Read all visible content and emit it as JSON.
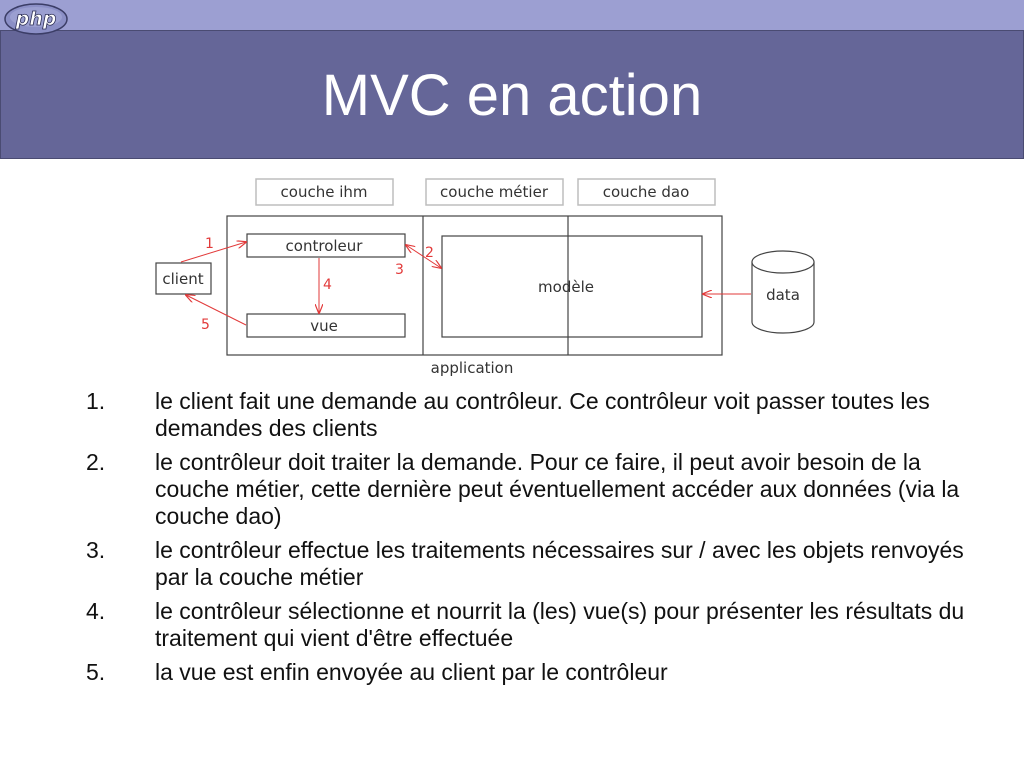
{
  "header": {
    "logo_text": "php",
    "title": "MVC en action"
  },
  "diagram": {
    "layers": {
      "ihm": "couche ihm",
      "metier": "couche métier",
      "dao": "couche dao"
    },
    "nodes": {
      "client": "client",
      "controleur": "controleur",
      "vue": "vue",
      "modele": "modèle",
      "data": "data",
      "application": "application"
    },
    "step_labels": [
      "1",
      "2",
      "3",
      "4",
      "5"
    ],
    "arrow_color": "#e23a3a"
  },
  "steps": [
    {
      "num": "1.",
      "text": "le client fait une demande au contrôleur. Ce contrôleur voit passer toutes les demandes des clients"
    },
    {
      "num": "2.",
      "text": "le contrôleur doit traiter la demande. Pour ce faire, il peut avoir besoin de la couche métier, cette dernière peut éventuellement accéder aux données (via la couche dao)"
    },
    {
      "num": "3.",
      "text": "le contrôleur effectue les traitements nécessaires sur / avec les objets renvoyés par la couche métier"
    },
    {
      "num": "4.",
      "text": "le contrôleur sélectionne et nourrit la (les) vue(s) pour présenter les résultats du traitement qui vient d'être effectuée"
    },
    {
      "num": "5.",
      "text": "la vue est enfin envoyée au client par le contrôleur"
    }
  ]
}
